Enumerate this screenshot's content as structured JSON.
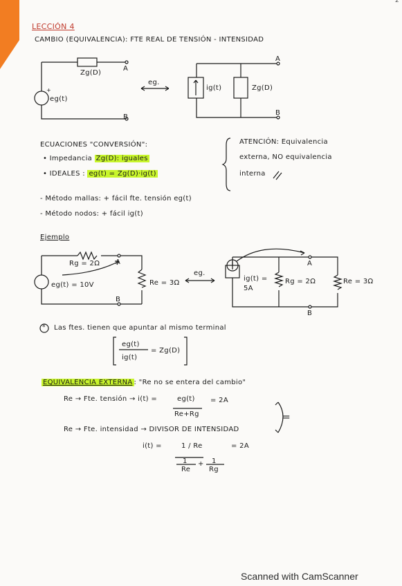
{
  "page_number": "2",
  "lesson_title": "LECCIÓN 4",
  "section_title": "CAMBIO (EQUIVALENCIA): FTE REAL DE TENSIÓN - INTENSIDAD",
  "circuit1": {
    "impedance": "Zg(D)",
    "source": "eg(t)",
    "node_a": "A",
    "node_b": "B",
    "plus": "+",
    "equiv": "eg."
  },
  "circuit2": {
    "current_source": "ig(t)",
    "impedance": "Zg(D)",
    "node_a": "A",
    "node_b": "B"
  },
  "equations": {
    "heading": "ECUACIONES \"CONVERSIÓN\":",
    "line1_prefix": "• Impedancia",
    "line1_hl": "Zg(D): iguales",
    "line2_prefix": "• IDEALES :",
    "line2_hl": "eg(t) = Zg(D)·ig(t)"
  },
  "attention": {
    "line1": "ATENCIÓN: Equivalencia",
    "line2": "externa, NO equivalencia",
    "line3": "interna"
  },
  "methods": {
    "mallas": "- Método mallas: + fácil fte. tensión eg(t)",
    "nodos": "- Método nodos: + fácil ig(t)"
  },
  "example": {
    "heading": "Ejemplo",
    "rg": "Rg = 2Ω",
    "eg": "eg(t) = 10V",
    "re": "Re = 3Ω",
    "node_a": "A",
    "node_b": "B",
    "equiv": "eg.",
    "ig": "ig(t) =",
    "ig_val": "5A",
    "rg2": "Rg = 2Ω",
    "re2": "Re = 3Ω"
  },
  "note": {
    "marker": "*",
    "text": "Las ftes. tienen que apuntar al mismo terminal",
    "frac_num": "eg(t)",
    "frac_den": "ig(t)",
    "frac_rhs": "= Zg(D)"
  },
  "external": {
    "heading": "EQUIVALENCIA EXTERNA",
    "quote": ": \"Re no se entera del cambio\"",
    "line1": "Re → Fte. tensión → i(t) =",
    "line1_num": "eg(t)",
    "line1_den": "Re+Rg",
    "line1_res": "= 2A",
    "line2": "Re → Fte. intensidad → DIVISOR DE INTENSIDAD",
    "line3_lhs": "i(t) =",
    "line3_num": "1 / Re",
    "line3_den_a": "1",
    "line3_den_a2": "Re",
    "line3_den_b": "1",
    "line3_den_b2": "Rg",
    "line3_res": "= 2A",
    "equals": "="
  },
  "footer": "Scanned with CamScanner"
}
